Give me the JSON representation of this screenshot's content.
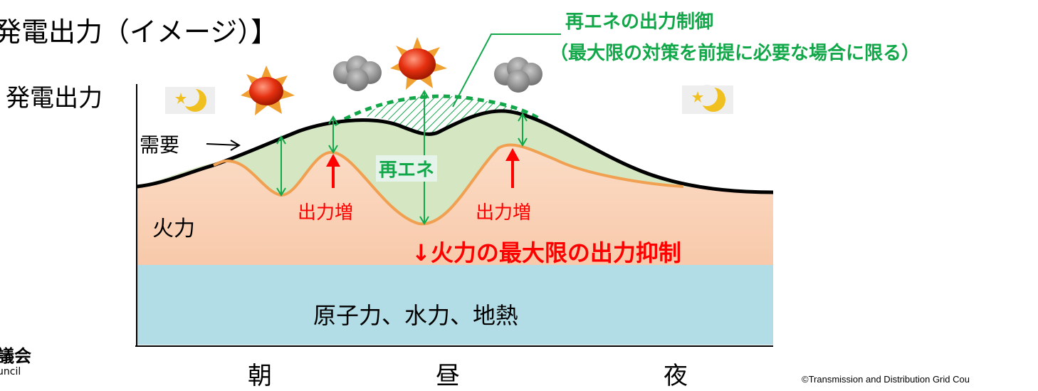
{
  "title": "発電出力（イメージ）】",
  "y_axis_label": "発電出力",
  "demand_label": "需要",
  "thermal_label": "火力",
  "baseload_label": "原子力、水力、地熱",
  "renewable_label": "再エネ",
  "curtailment": {
    "title": "再エネの出力制御",
    "note": "（最大限の対策を前提に必要な場合に限る）"
  },
  "output_increase_left": "出力増",
  "output_increase_right": "出力増",
  "thermal_suppression": "↓火力の最大限の出力抑制",
  "time_labels": [
    "朝",
    "昼",
    "夜"
  ],
  "logo_line1": "議会",
  "logo_line2": "uncil",
  "copyright": "©Transmission and Distribution Grid Cou",
  "colors": {
    "baseload": "#b3dde6",
    "thermal": "#fad2b8",
    "renewable": "#d5e6c2",
    "demand_line": "#000000",
    "thermal_line": "#f0a050",
    "green_accent": "#12a84a",
    "red_accent": "#ff0000",
    "sun": "#e03010",
    "cloud": "#8c8c8c",
    "moon": "#f0c020"
  },
  "icons": [
    "moon-icon",
    "sun-icon",
    "cloud-icon",
    "sun-icon",
    "cloud-icon",
    "moon-icon"
  ]
}
